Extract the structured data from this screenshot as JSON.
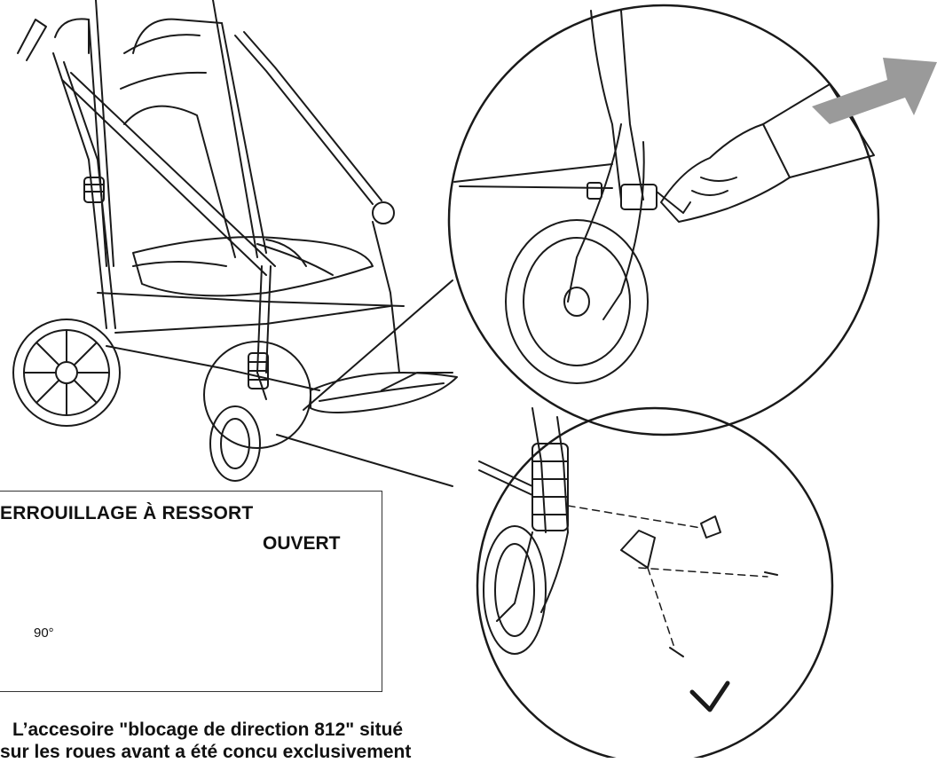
{
  "spring_lock": {
    "title": "ERROUILLAGE À RESSORT",
    "open_label": "OUVERT",
    "rotation_label": "90°"
  },
  "caption": {
    "line1": "L’accesoire \"blocage de direction 812\" situé",
    "line2": "sur les roues avant a été concu exclusivement"
  },
  "colors": {
    "line": "#1a1a1a",
    "arrow": "#9a9a9a",
    "rotation_arrow": "#8c8c8c"
  }
}
